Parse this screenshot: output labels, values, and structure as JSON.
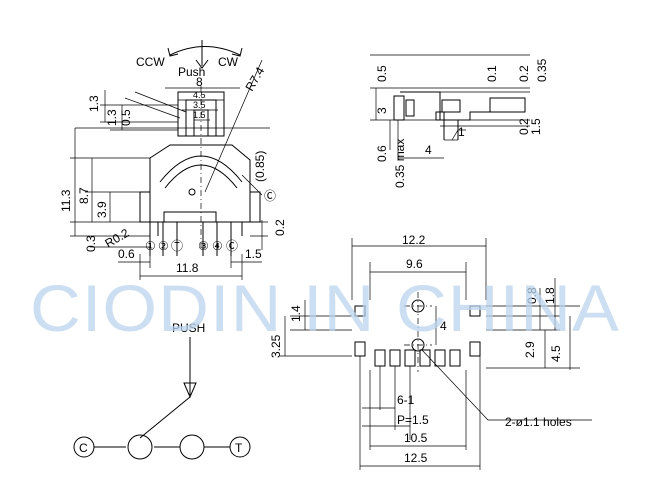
{
  "watermark": "CIODIN IN CHINA",
  "top_view": {
    "rotation": {
      "ccw": "CCW",
      "push": "Push",
      "cw": "CW"
    },
    "radius": "R7.4",
    "top_widths": [
      "8",
      "4.5",
      "3.5",
      "1.5"
    ],
    "left_heights": [
      "1.3",
      "1.3",
      "0.5"
    ],
    "vertical": [
      "11.3",
      "8.7",
      "3.9",
      "0.3"
    ],
    "r_small": "R0.2",
    "side_right": [
      "(0.85)",
      "0.2"
    ],
    "pin_labels": [
      "①",
      "②",
      "Ⓣ",
      "③",
      "④",
      "Ⓒ"
    ],
    "common_mark": "Ⓒ",
    "bottom": [
      "0.6",
      "11.8",
      "1.5"
    ]
  },
  "side_view": {
    "top": [
      "0.5",
      "0.1",
      "0.2",
      "0.35"
    ],
    "left": [
      "3",
      "0.6",
      "0.35 max"
    ],
    "bottom": [
      "4",
      "1"
    ],
    "right": [
      "1.5",
      "0.2"
    ]
  },
  "footprint": {
    "top_widths": [
      "12.2",
      "9.6"
    ],
    "right_heights": [
      "0.8",
      "1.8",
      "2.9",
      "4.5"
    ],
    "left_heights": [
      "1.4",
      "3.25"
    ],
    "center": "4",
    "pins": "6-1",
    "pitch": "P=1.5",
    "holes": "2-ø1.1 holes",
    "bottom_widths": [
      "10.5",
      "12.5"
    ]
  },
  "schematic": {
    "label": "PUSH",
    "terminal_c": "C",
    "terminal_t": "T"
  }
}
